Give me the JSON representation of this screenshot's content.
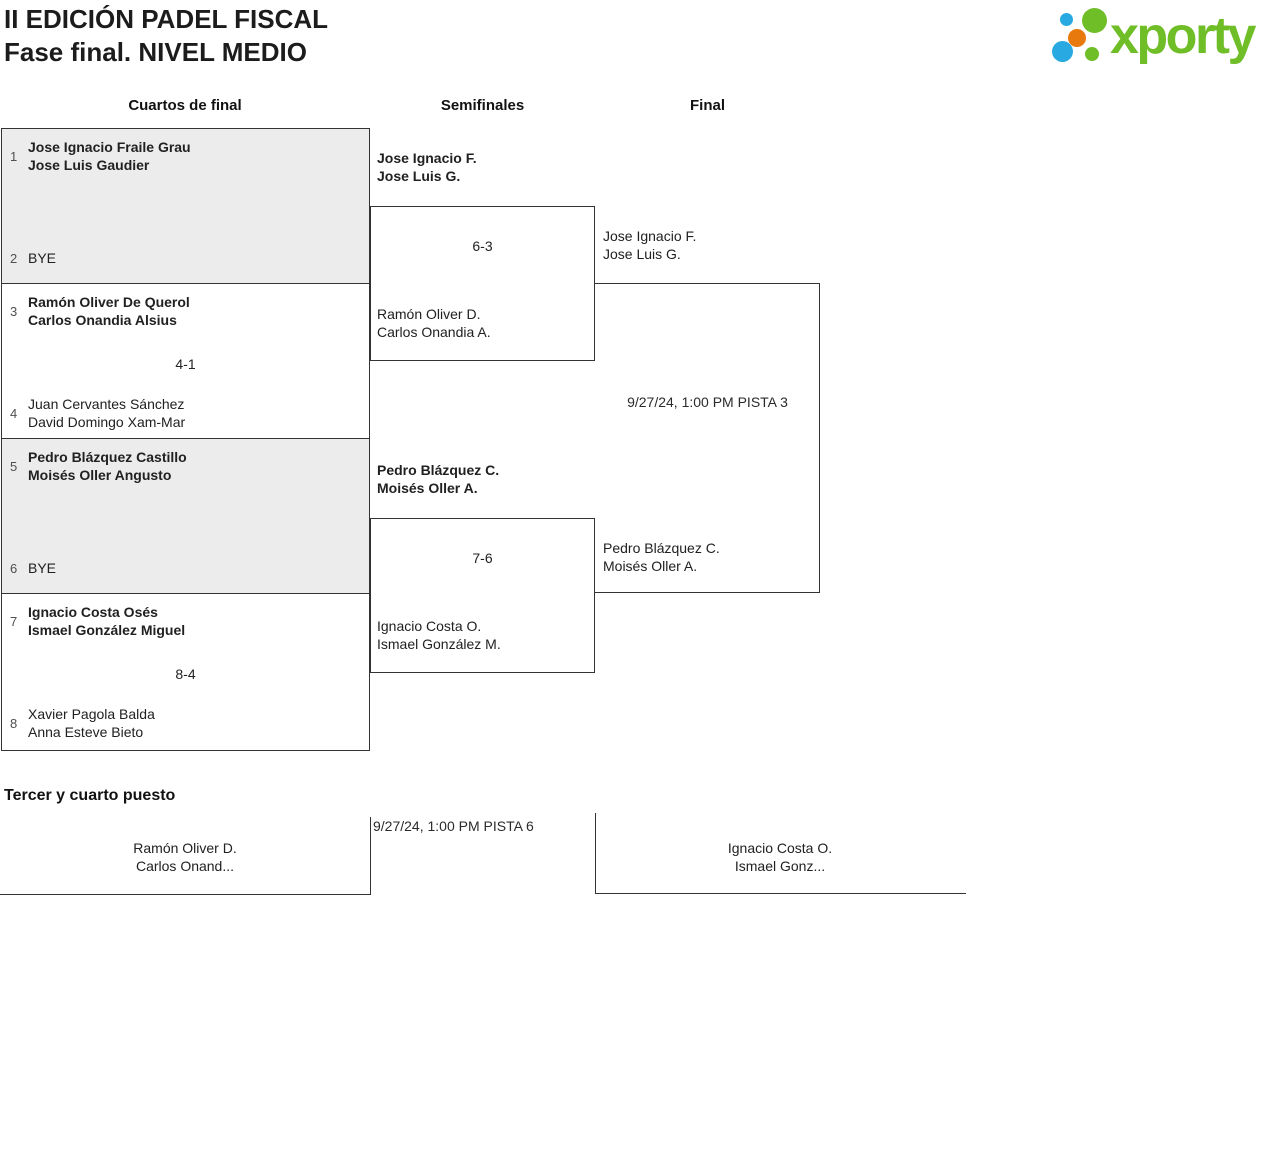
{
  "header": {
    "title_line1": "II EDICIÓN PADEL FISCAL",
    "title_line2": "Fase final. NIVEL MEDIO",
    "logo_text": "xporty"
  },
  "round_labels": {
    "quarterfinals": "Cuartos de final",
    "semifinals": "Semifinales",
    "final": "Final"
  },
  "bracket": {
    "qf": [
      {
        "seed1": "1",
        "team1a": "Jose Ignacio Fraile Grau",
        "team1b": "Jose Luis Gaudier",
        "seed2": "2",
        "team2a": "BYE",
        "team2b": "",
        "score": ""
      },
      {
        "seed1": "3",
        "team1a": "Ramón Oliver De Querol",
        "team1b": "Carlos Onandia Alsius",
        "seed2": "4",
        "team2a": "Juan Cervantes Sánchez",
        "team2b": "David Domingo Xam-Mar",
        "score": "4-1"
      },
      {
        "seed1": "5",
        "team1a": "Pedro Blázquez Castillo",
        "team1b": "Moisés Oller Angusto",
        "seed2": "6",
        "team2a": "BYE",
        "team2b": "",
        "score": ""
      },
      {
        "seed1": "7",
        "team1a": "Ignacio Costa Osés",
        "team1b": "Ismael González Miguel",
        "seed2": "8",
        "team2a": "Xavier Pagola Balda",
        "team2b": "Anna Esteve Bieto",
        "score": "8-4"
      }
    ],
    "sf": [
      {
        "team1a": "Jose Ignacio F.",
        "team1b": "Jose Luis G.",
        "score": "6-3",
        "team2a": "Ramón Oliver D.",
        "team2b": "Carlos Onandia A."
      },
      {
        "team1a": "Pedro Blázquez C.",
        "team1b": "Moisés Oller A.",
        "score": "7-6",
        "team2a": "Ignacio Costa O.",
        "team2b": "Ismael González M."
      }
    ],
    "final": {
      "team1a": "Jose Ignacio F.",
      "team1b": "Jose Luis G.",
      "schedule": "9/27/24, 1:00 PM PISTA 3",
      "team2a": "Pedro Blázquez C.",
      "team2b": "Moisés Oller A."
    }
  },
  "third_place": {
    "heading": "Tercer y cuarto puesto",
    "schedule": "9/27/24, 1:00 PM PISTA 6",
    "team1a": "Ramón Oliver D.",
    "team1b": "Carlos Onand...",
    "team2a": "Ignacio Costa O.",
    "team2b": "Ismael Gonz..."
  },
  "colors": {
    "line": "#333333",
    "bye_bg": "#ececec",
    "logo_green": "#6fbe27",
    "logo_blue": "#29a9e1",
    "logo_orange": "#e8790d"
  }
}
